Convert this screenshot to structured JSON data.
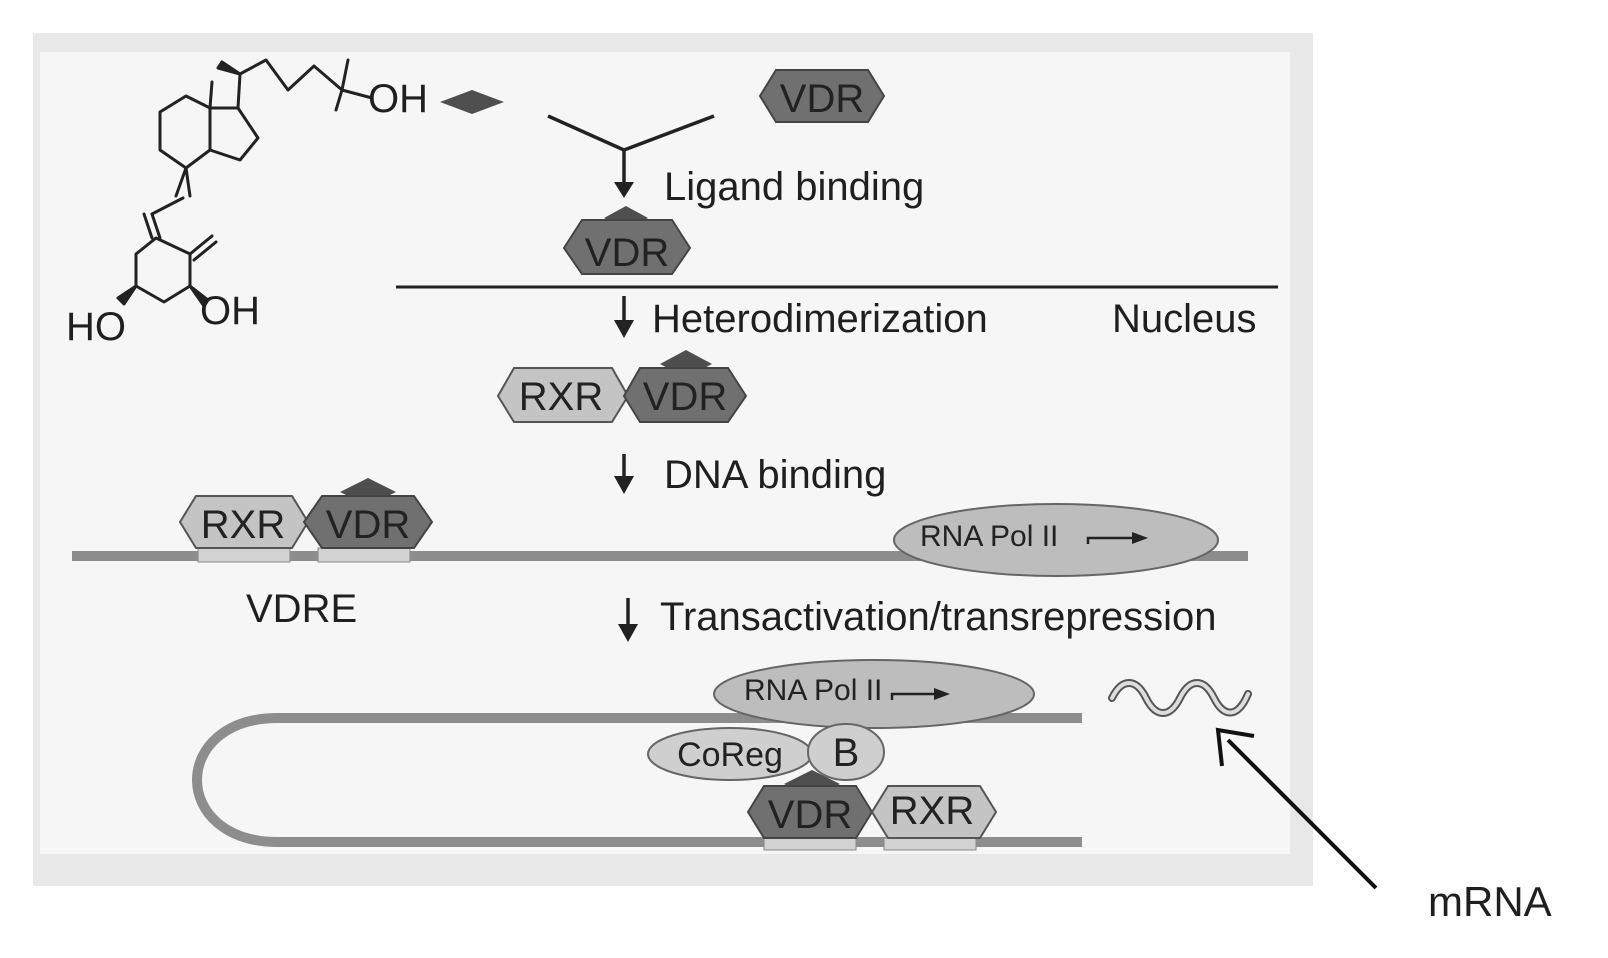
{
  "colors": {
    "panel_outer": "#e8e8e8",
    "panel_inner": "#f6f6f6",
    "vdr": "#707070",
    "rxr": "#c4c4c4",
    "ligand": "#4e4e4e",
    "dna": "#8d8d8d",
    "element": "#d2d2d2",
    "pol": "#bdbdbd",
    "coreg": "#cfcfcf",
    "text": "#1f1f1f"
  },
  "molecule": {
    "oh_top": "OH",
    "ho_left": "HO",
    "oh_right": "OH"
  },
  "proteins": {
    "vdr": "VDR",
    "rxr": "RXR",
    "rna_pol": "RNA Pol II",
    "coreg": "CoReg",
    "b": "B"
  },
  "steps": {
    "ligand_binding": "Ligand binding",
    "heterodimerization": "Heterodimerization",
    "dna_binding": "DNA binding",
    "transactivation": "Transactivation/transrepression"
  },
  "compartments": {
    "nucleus": "Nucleus"
  },
  "dna_elements": {
    "vdre": "VDRE"
  },
  "annotation": {
    "mrna": "mRNA"
  }
}
